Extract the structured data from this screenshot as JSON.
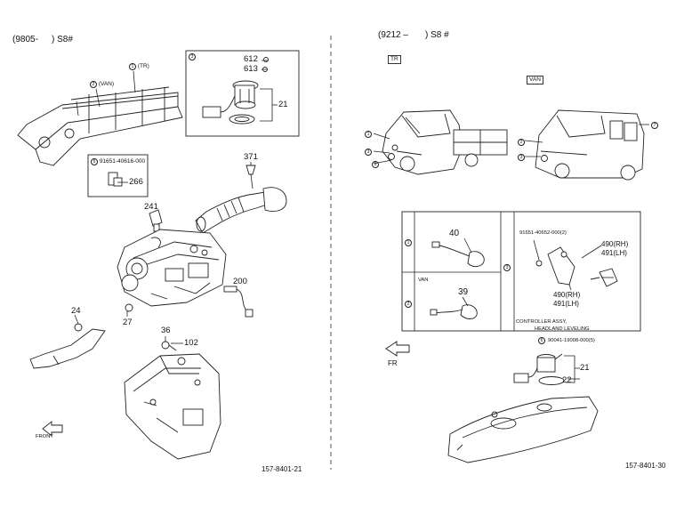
{
  "left": {
    "header_code": "(9805-",
    "header_model": ") S8#",
    "frame_tr_tag": "(TR)",
    "frame_van_tag": "(VAN)",
    "fuel_pump_numbers": {
      "p612": "612",
      "p613": "613",
      "p21": "21"
    },
    "sensor_box_part_no": "91651-40616-000",
    "sensor_box_num": "266",
    "parts": {
      "p371": "371",
      "p241": "241",
      "p200": "200",
      "p24": "24",
      "p27": "27",
      "p36": "36",
      "p102": "102"
    },
    "front_label": "FRONT",
    "page_code": "157-8401-21"
  },
  "right": {
    "header_code": "(9212 –",
    "header_model": ") S8 #",
    "tr_badge": "TR",
    "van_badge": "VAN",
    "van_row_label": "VAN",
    "parts": {
      "p40": "40",
      "p39": "39",
      "p490rh": "490(RH)",
      "p491lh": "491(LH)",
      "p490rh2": "490(RH)",
      "p491lh2": "491(LH)",
      "p21": "21",
      "p22": "22"
    },
    "leveling_part_no": "91651-40652-000(2)",
    "controller_line1": "CONTROLLER ASSY,",
    "controller_line2": "HEADLAND LEVELING",
    "tank_part_no": "90041-19008-000(5)",
    "fr_label": "FR",
    "page_code": "157-8401-30"
  },
  "callouts": {
    "c1": "1",
    "c2": "2",
    "c3": "3",
    "c5": "5",
    "c6": "6",
    "c7": "7"
  }
}
